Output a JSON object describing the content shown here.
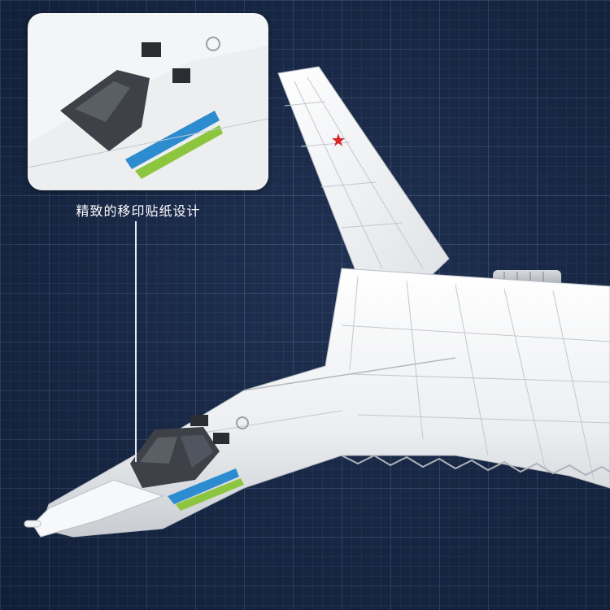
{
  "caption": "精致的移印贴纸设计",
  "colors": {
    "background": "#16284a",
    "aircraft_white": "#f2f3f4",
    "panel_lines": "#b9bec5",
    "canopy": "#3e4248",
    "stripe_green": "#8cc63f",
    "stripe_blue": "#2c8ccf",
    "star_red": "#d8262b"
  },
  "icons": {
    "star": "red-star-insignia",
    "badge": "unit-badge-emblem"
  }
}
